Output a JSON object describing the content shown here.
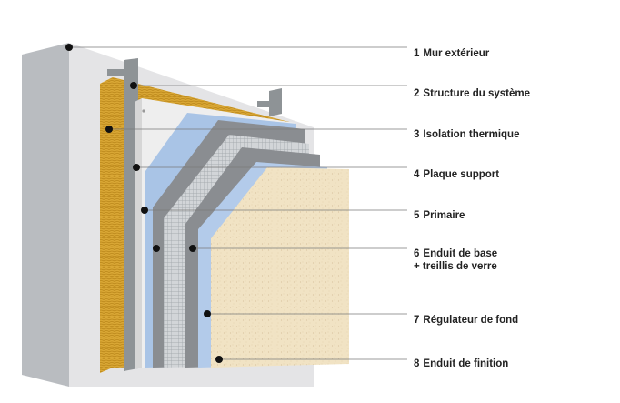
{
  "layers": [
    {
      "number": "1",
      "text": "Mur extérieur"
    },
    {
      "number": "2",
      "text": "Structure du système"
    },
    {
      "number": "3",
      "text": "Isolation thermique"
    },
    {
      "number": "4",
      "text": "Plaque support"
    },
    {
      "number": "5",
      "text": "Primaire"
    },
    {
      "number": "6",
      "text": "Enduit de base",
      "text2": "+ treillis de verre"
    },
    {
      "number": "7",
      "text": "Régulateur de fond"
    },
    {
      "number": "8",
      "text": "Enduit de finition"
    }
  ],
  "colors": {
    "wall": "#e4e4e6",
    "wall_side": "#b9bcc0",
    "insulation": "#d9a735",
    "frame": "#8e9396",
    "board": "#eeeeee",
    "primer": "#a9c4e6",
    "base_coat": "#8a8d91",
    "mesh": "#d2d5d8",
    "regulator": "#b3cbea",
    "finish": "#f1e3c4",
    "leader_line": "#7a7a7a",
    "dot": "#111111"
  }
}
